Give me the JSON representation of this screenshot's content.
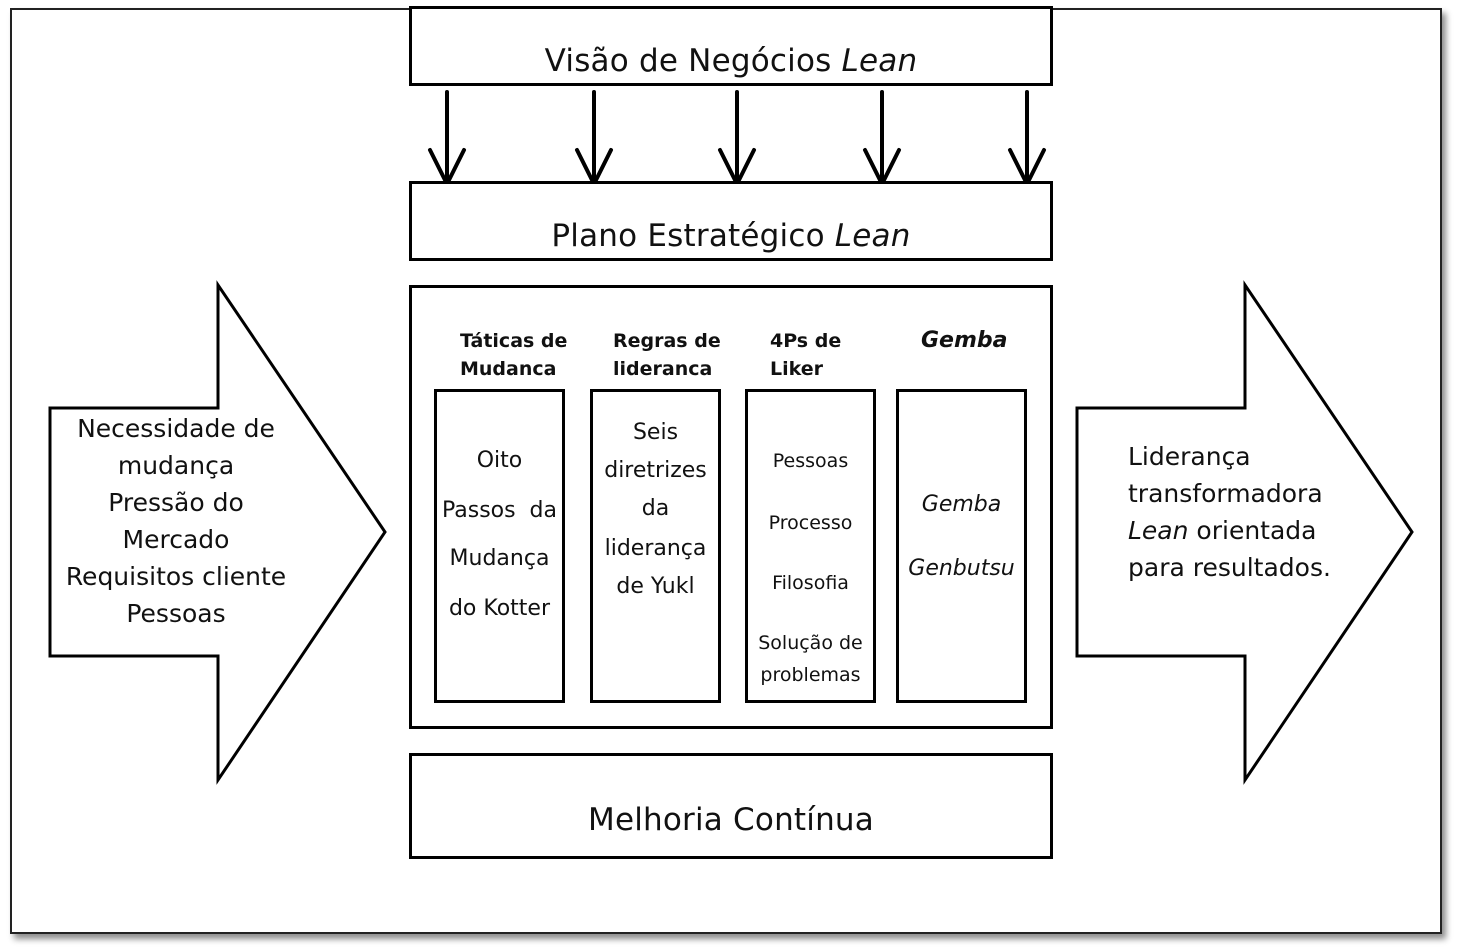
{
  "top_bar": {
    "text": "Visão de Negócios ",
    "emphasis": "Lean"
  },
  "strategy_bar": {
    "text": "Plano Estratégico ",
    "emphasis": "Lean"
  },
  "bottom_bar": {
    "text": "Melhoria Contínua"
  },
  "columns": [
    {
      "heading": "Táticas de\nMudanca",
      "lines": [
        "Oito",
        "Passos  da",
        "Mudança",
        "do Kotter"
      ]
    },
    {
      "heading": "Regras de\nlideranca",
      "lines": [
        "Seis",
        "diretrizes",
        "da",
        "liderança",
        "de Yukl"
      ]
    },
    {
      "heading": "4Ps de\nLiker",
      "lines": [
        "Pessoas",
        "Processo",
        "Filosofia",
        "Solução de",
        "problemas"
      ]
    },
    {
      "heading": "Gemba",
      "lines": [
        "Gemba",
        "Genbutsu"
      ]
    }
  ],
  "left_arrow": {
    "lines": [
      "Necessidade de",
      "mudança",
      "Pressão do",
      "Mercado",
      "Requisitos cliente",
      "Pessoas"
    ]
  },
  "right_arrow": {
    "line1": "Liderança",
    "line2": "transformadora",
    "line3_em": "Lean",
    "line3_rest": " orientada",
    "line4": "para resultados."
  }
}
